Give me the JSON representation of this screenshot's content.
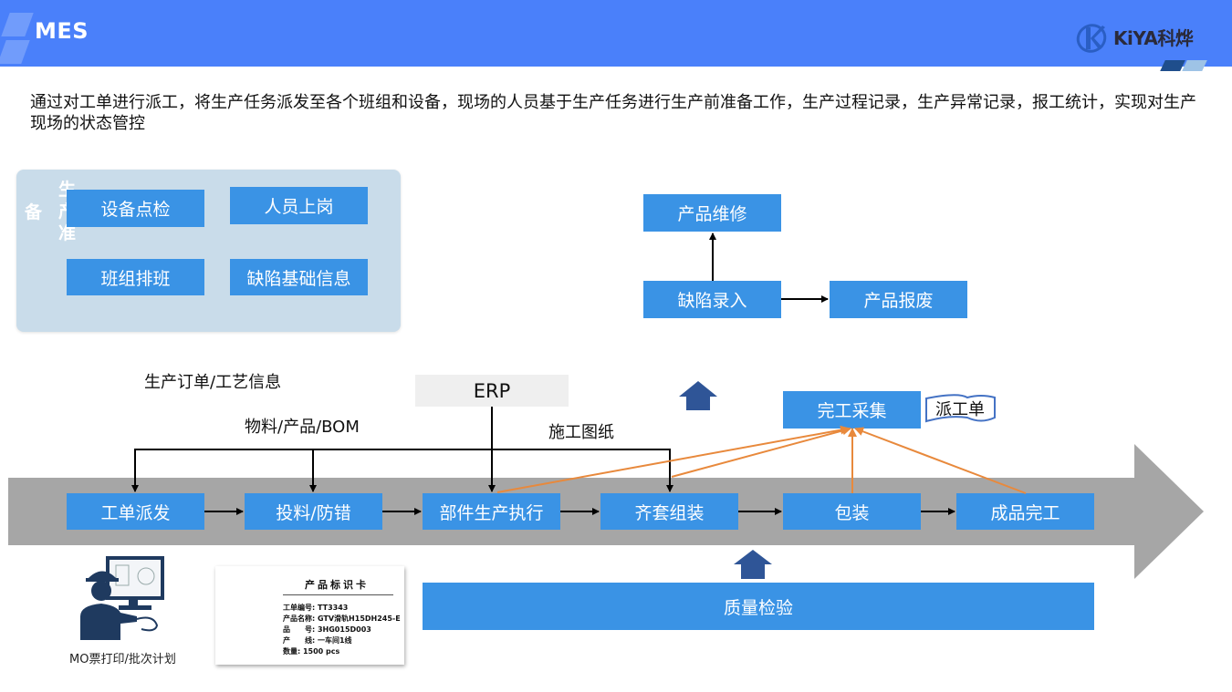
{
  "header": {
    "title": "MES",
    "logo_text": "KiYA科烨",
    "brand_color": "#4a80fa"
  },
  "intro_text": "通过对工单进行派工，将生产任务派发至各个班组和设备，现场的人员基于生产任务进行生产前准备工作，生产过程记录，生产异常记录，报工统计，实现对生产现场的状态管控",
  "prep_panel": {
    "label_a": "备",
    "label_b": "生产准",
    "items": [
      "设备点检",
      "人员上岗",
      "班组排班",
      "缺陷基础信息"
    ]
  },
  "defect_flow": {
    "repair": "产品维修",
    "defect_entry": "缺陷录入",
    "scrap": "产品报废"
  },
  "inputs": {
    "order_info": "生产订单/工艺信息",
    "material_info": "物料/产品/BOM",
    "erp": "ERP",
    "drawings": "施工图纸"
  },
  "completion": {
    "collect": "完工采集",
    "dispatch_doc": "派工单"
  },
  "process_steps": [
    "工单派发",
    "投料/防错",
    "部件生产执行",
    "齐套组装",
    "包装",
    "成品完工"
  ],
  "quality": "质量检验",
  "worker_caption": "MO票打印/批次计划",
  "product_card": {
    "title": "产品标识卡",
    "lines": [
      "工单编号: TT3343",
      "产品名称: GTV滑轨H15DH245-E",
      "品　　号: 3HG015D003",
      "产　　线: 一车间1线",
      "数量: 1500 pcs"
    ]
  },
  "colors": {
    "box_blue": "#3a93e5",
    "band_gray": "#a6a6a6",
    "panel_bg": "#c9dcea",
    "orange_connector": "#e8893c",
    "up_arrow": "#2f5597"
  }
}
